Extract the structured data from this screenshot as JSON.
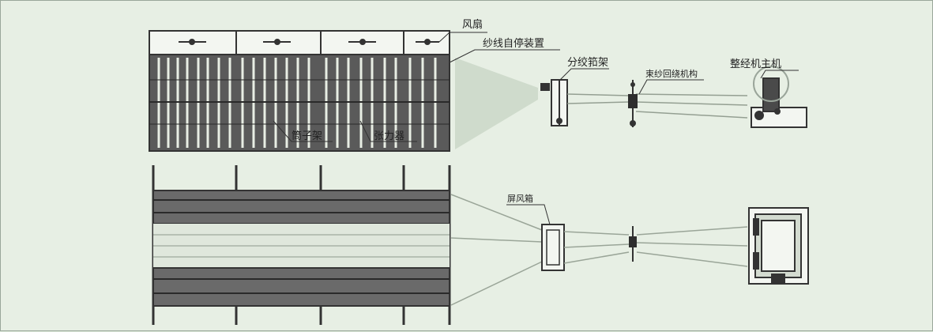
{
  "labels": {
    "fan": "风扇",
    "yarn_stop": "纱线自停装置",
    "split_reed_frame": "分绞筘架",
    "bundling_rewind": "束纱回绕机构",
    "main_machine": "整经机主机",
    "creel": "筒子架",
    "tensioner": "张力器",
    "screen_box": "屏风箱"
  },
  "colors": {
    "background": "#e7efe4",
    "line": "#333333",
    "fill_dark": "#3b3b3b",
    "fill_light": "#f3f6f1"
  }
}
